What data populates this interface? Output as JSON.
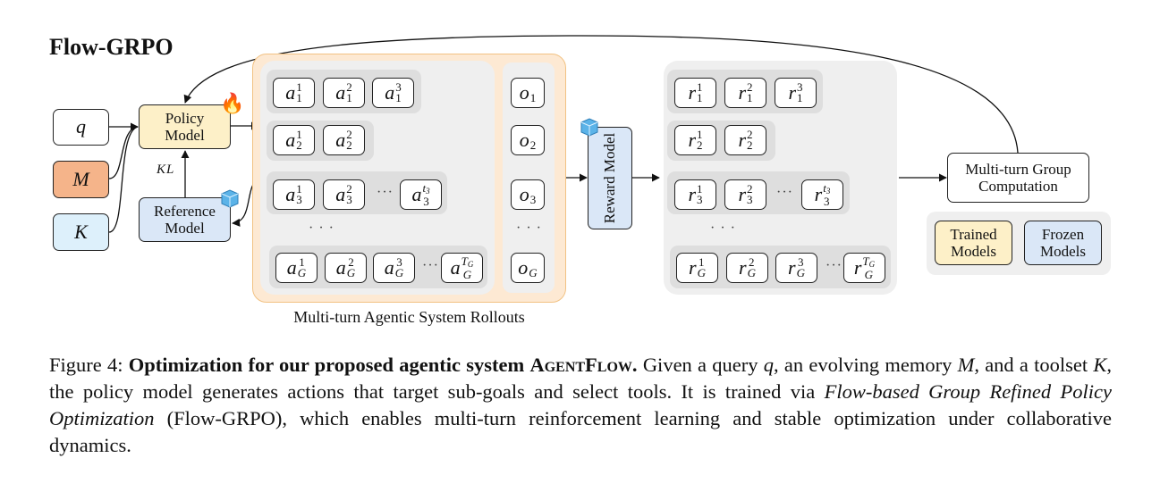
{
  "title": "Flow-GRPO",
  "inputs": {
    "q": "q",
    "M": "M",
    "K": "K"
  },
  "policy_model": "Policy Model",
  "reference_model": "Reference Model",
  "kl_label": "KL",
  "reward_model": "Reward Model",
  "group_computation": "Multi-turn Group Computation",
  "legend": {
    "trained": "Trained Models",
    "frozen": "Frozen Models"
  },
  "rollouts_label": "Multi-turn Agentic System Rollouts",
  "actions": [
    [
      {
        "b": "a",
        "sp": "1",
        "sb": "1"
      },
      {
        "b": "a",
        "sp": "2",
        "sb": "1"
      },
      {
        "b": "a",
        "sp": "3",
        "sb": "1"
      }
    ],
    [
      {
        "b": "a",
        "sp": "1",
        "sb": "2"
      },
      {
        "b": "a",
        "sp": "2",
        "sb": "2"
      }
    ],
    [
      {
        "b": "a",
        "sp": "1",
        "sb": "3"
      },
      {
        "b": "a",
        "sp": "2",
        "sb": "3"
      },
      {
        "ell": "···"
      },
      {
        "b": "a",
        "sp": "t",
        "sps": "3",
        "sb": "3"
      }
    ],
    [
      {
        "b": "a",
        "sp": "1",
        "sb": "G"
      },
      {
        "b": "a",
        "sp": "2",
        "sb": "G"
      },
      {
        "b": "a",
        "sp": "3",
        "sb": "G"
      },
      {
        "ell": "···"
      },
      {
        "b": "a",
        "sp": "T",
        "sps": "G",
        "sb": "G"
      }
    ]
  ],
  "outputs": [
    {
      "b": "o",
      "sb": "1"
    },
    {
      "b": "o",
      "sb": "2"
    },
    {
      "b": "o",
      "sb": "3"
    },
    {
      "b": "o",
      "sb": "G"
    }
  ],
  "rewards": [
    [
      {
        "b": "r",
        "sp": "1",
        "sb": "1"
      },
      {
        "b": "r",
        "sp": "2",
        "sb": "1"
      },
      {
        "b": "r",
        "sp": "3",
        "sb": "1"
      }
    ],
    [
      {
        "b": "r",
        "sp": "1",
        "sb": "2"
      },
      {
        "b": "r",
        "sp": "2",
        "sb": "2"
      }
    ],
    [
      {
        "b": "r",
        "sp": "1",
        "sb": "3"
      },
      {
        "b": "r",
        "sp": "2",
        "sb": "3"
      },
      {
        "ell": "···"
      },
      {
        "b": "r",
        "sp": "t",
        "sps": "3",
        "sb": "3"
      }
    ],
    [
      {
        "b": "r",
        "sp": "1",
        "sb": "G"
      },
      {
        "b": "r",
        "sp": "2",
        "sb": "G"
      },
      {
        "b": "r",
        "sp": "3",
        "sb": "G"
      },
      {
        "ell": "···"
      },
      {
        "b": "r",
        "sp": "T",
        "sps": "G",
        "sb": "G"
      }
    ]
  ],
  "row_ellipsis": "· · ·",
  "colors": {
    "trained": "#fdf0c8",
    "frozen": "#dae7f7",
    "memory": "#f5b48a",
    "toolset": "#ddf0fb",
    "rollout_panel": "#fde9d3",
    "rollout_border": "#f2c283",
    "panel_gray": "#efefef",
    "group_gray": "#dedede"
  },
  "icons": {
    "trained": "fire-icon",
    "frozen": "ice-cube-icon"
  },
  "caption": {
    "label": "Figure 4:",
    "bold_1": "Optimization for our proposed agentic system",
    "bold_sc": "AgentFlow.",
    "text_1": "Given a query",
    "var_q": "q",
    "text_2": ", an evolving memory",
    "var_M": "M",
    "text_3": ", and a toolset",
    "var_K": "K",
    "text_4": ", the policy model generates actions that target sub-goals and select tools. It is trained via",
    "italic": "Flow-based Group Refined Policy Optimization",
    "text_5": "(Flow-GRPO), which enables multi-turn reinforcement learning and stable optimization under collaborative dynamics."
  }
}
